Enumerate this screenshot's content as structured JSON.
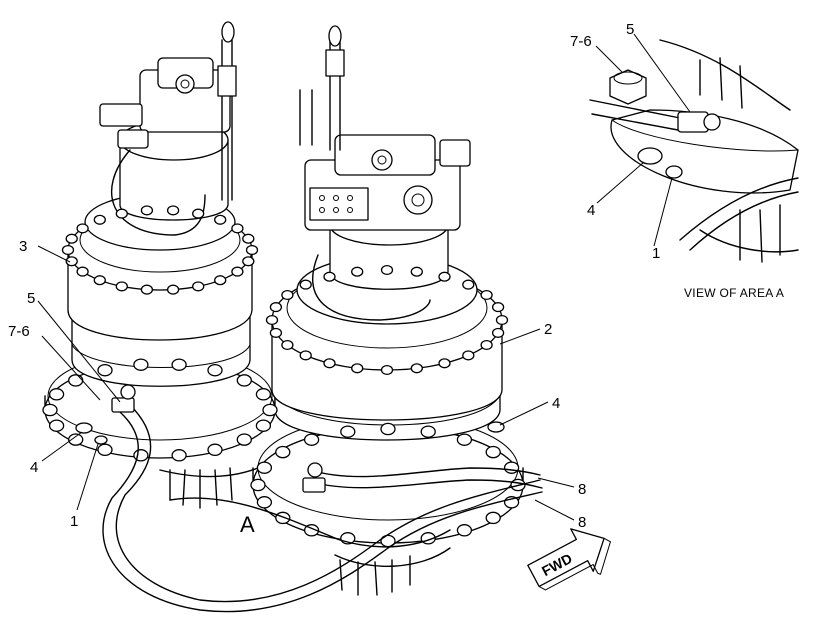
{
  "callouts": {
    "l3": "3",
    "l5_left": "5",
    "l76_left": "7-6",
    "l4_left": "4",
    "l1_left": "1",
    "l2": "2",
    "l4_right": "4",
    "l8_a": "8",
    "l8_b": "8",
    "area_a": "A",
    "l76_inset": "7-6",
    "l5_inset": "5",
    "l4_inset": "4",
    "l1_inset": "1"
  },
  "caption": "VIEW OF AREA  A",
  "fwd_label": "FWD"
}
